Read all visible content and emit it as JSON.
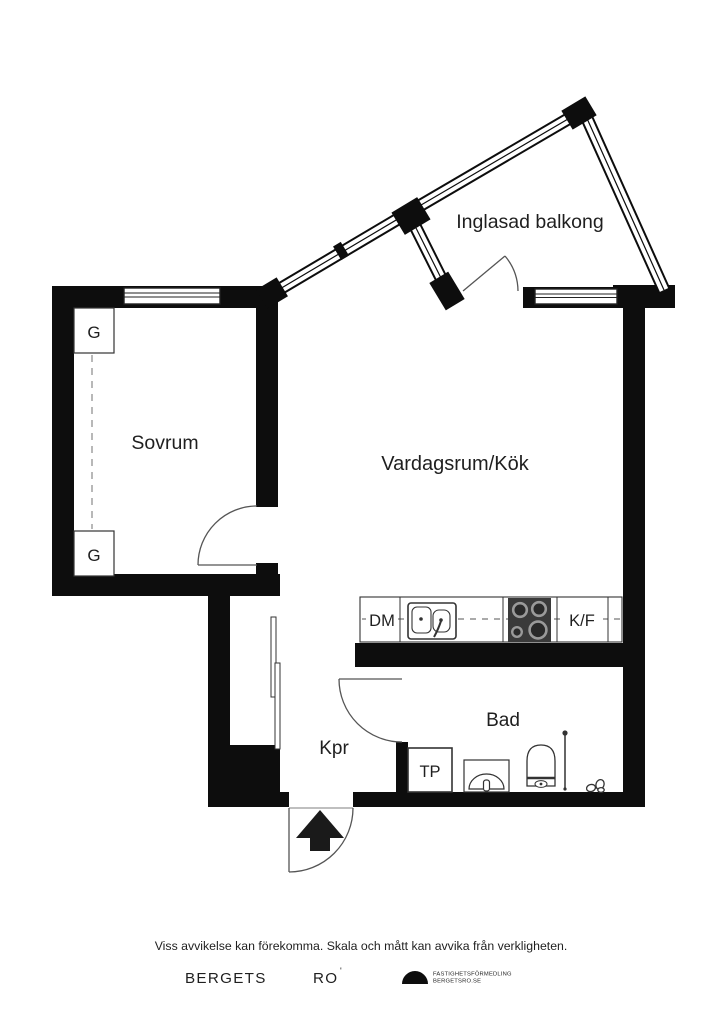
{
  "plan": {
    "balcony_label": "Inglasad balkong",
    "bedroom_label": "Sovrum",
    "living_kitchen_label": "Vardagsrum/Kök",
    "hall_label": "Kpr",
    "bathroom_label": "Bad",
    "wardrobe_top_label": "G",
    "wardrobe_bottom_label": "G",
    "dishwasher_label": "DM",
    "fridge_freezer_label": "K/F",
    "laundry_tower_label": "TP"
  },
  "footer": {
    "disclaimer": "Viss avvikelse kan förekomma. Skala och mått kan avvika från verkligheten.",
    "brand_word1": "BERGETS",
    "brand_word2": "RO",
    "brand_mark": "'",
    "brand_tagline1": "FASTIGHETSFÖRMEDLING",
    "brand_tagline2": "BERGETSRO.SE"
  },
  "colors": {
    "wall": "#0d0d0d",
    "line": "#333333",
    "door": "#555555",
    "dash": "#999999",
    "stove": "#3a3a3a",
    "burner": "#9a9a9a",
    "text": "#1f1f1f"
  }
}
